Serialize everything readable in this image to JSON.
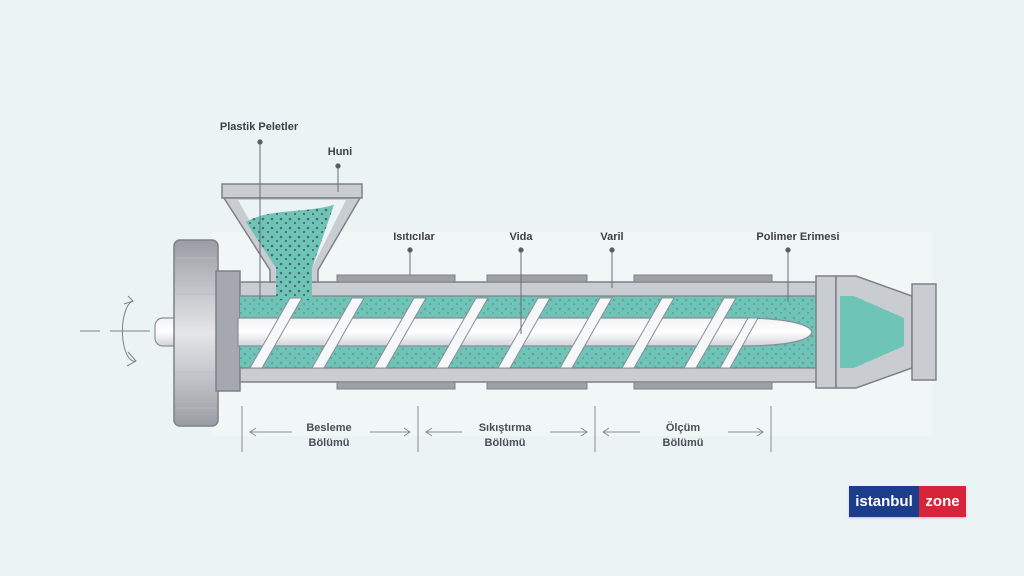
{
  "labels": {
    "pellets": "Plastik Peletler",
    "hopper": "Huni",
    "heaters": "Isıtıcılar",
    "screw": "Vida",
    "barrel": "Varil",
    "melt": "Polimer Erimesi"
  },
  "zones": [
    {
      "line1": "Besleme",
      "line2": "Bölümü"
    },
    {
      "line1": "Sıkıştırma",
      "line2": "Bölümü"
    },
    {
      "line1": "Ölçüm",
      "line2": "Bölümü"
    }
  ],
  "logo": {
    "part1": "istanbul",
    "part2": "zone"
  },
  "colors": {
    "background": "#ecf3f5",
    "melt": "#6fc4b8",
    "metal": "#c9ccd1",
    "outline": "#7d8188",
    "logo_blue": "#1c3c8c",
    "logo_red": "#d6243a"
  }
}
